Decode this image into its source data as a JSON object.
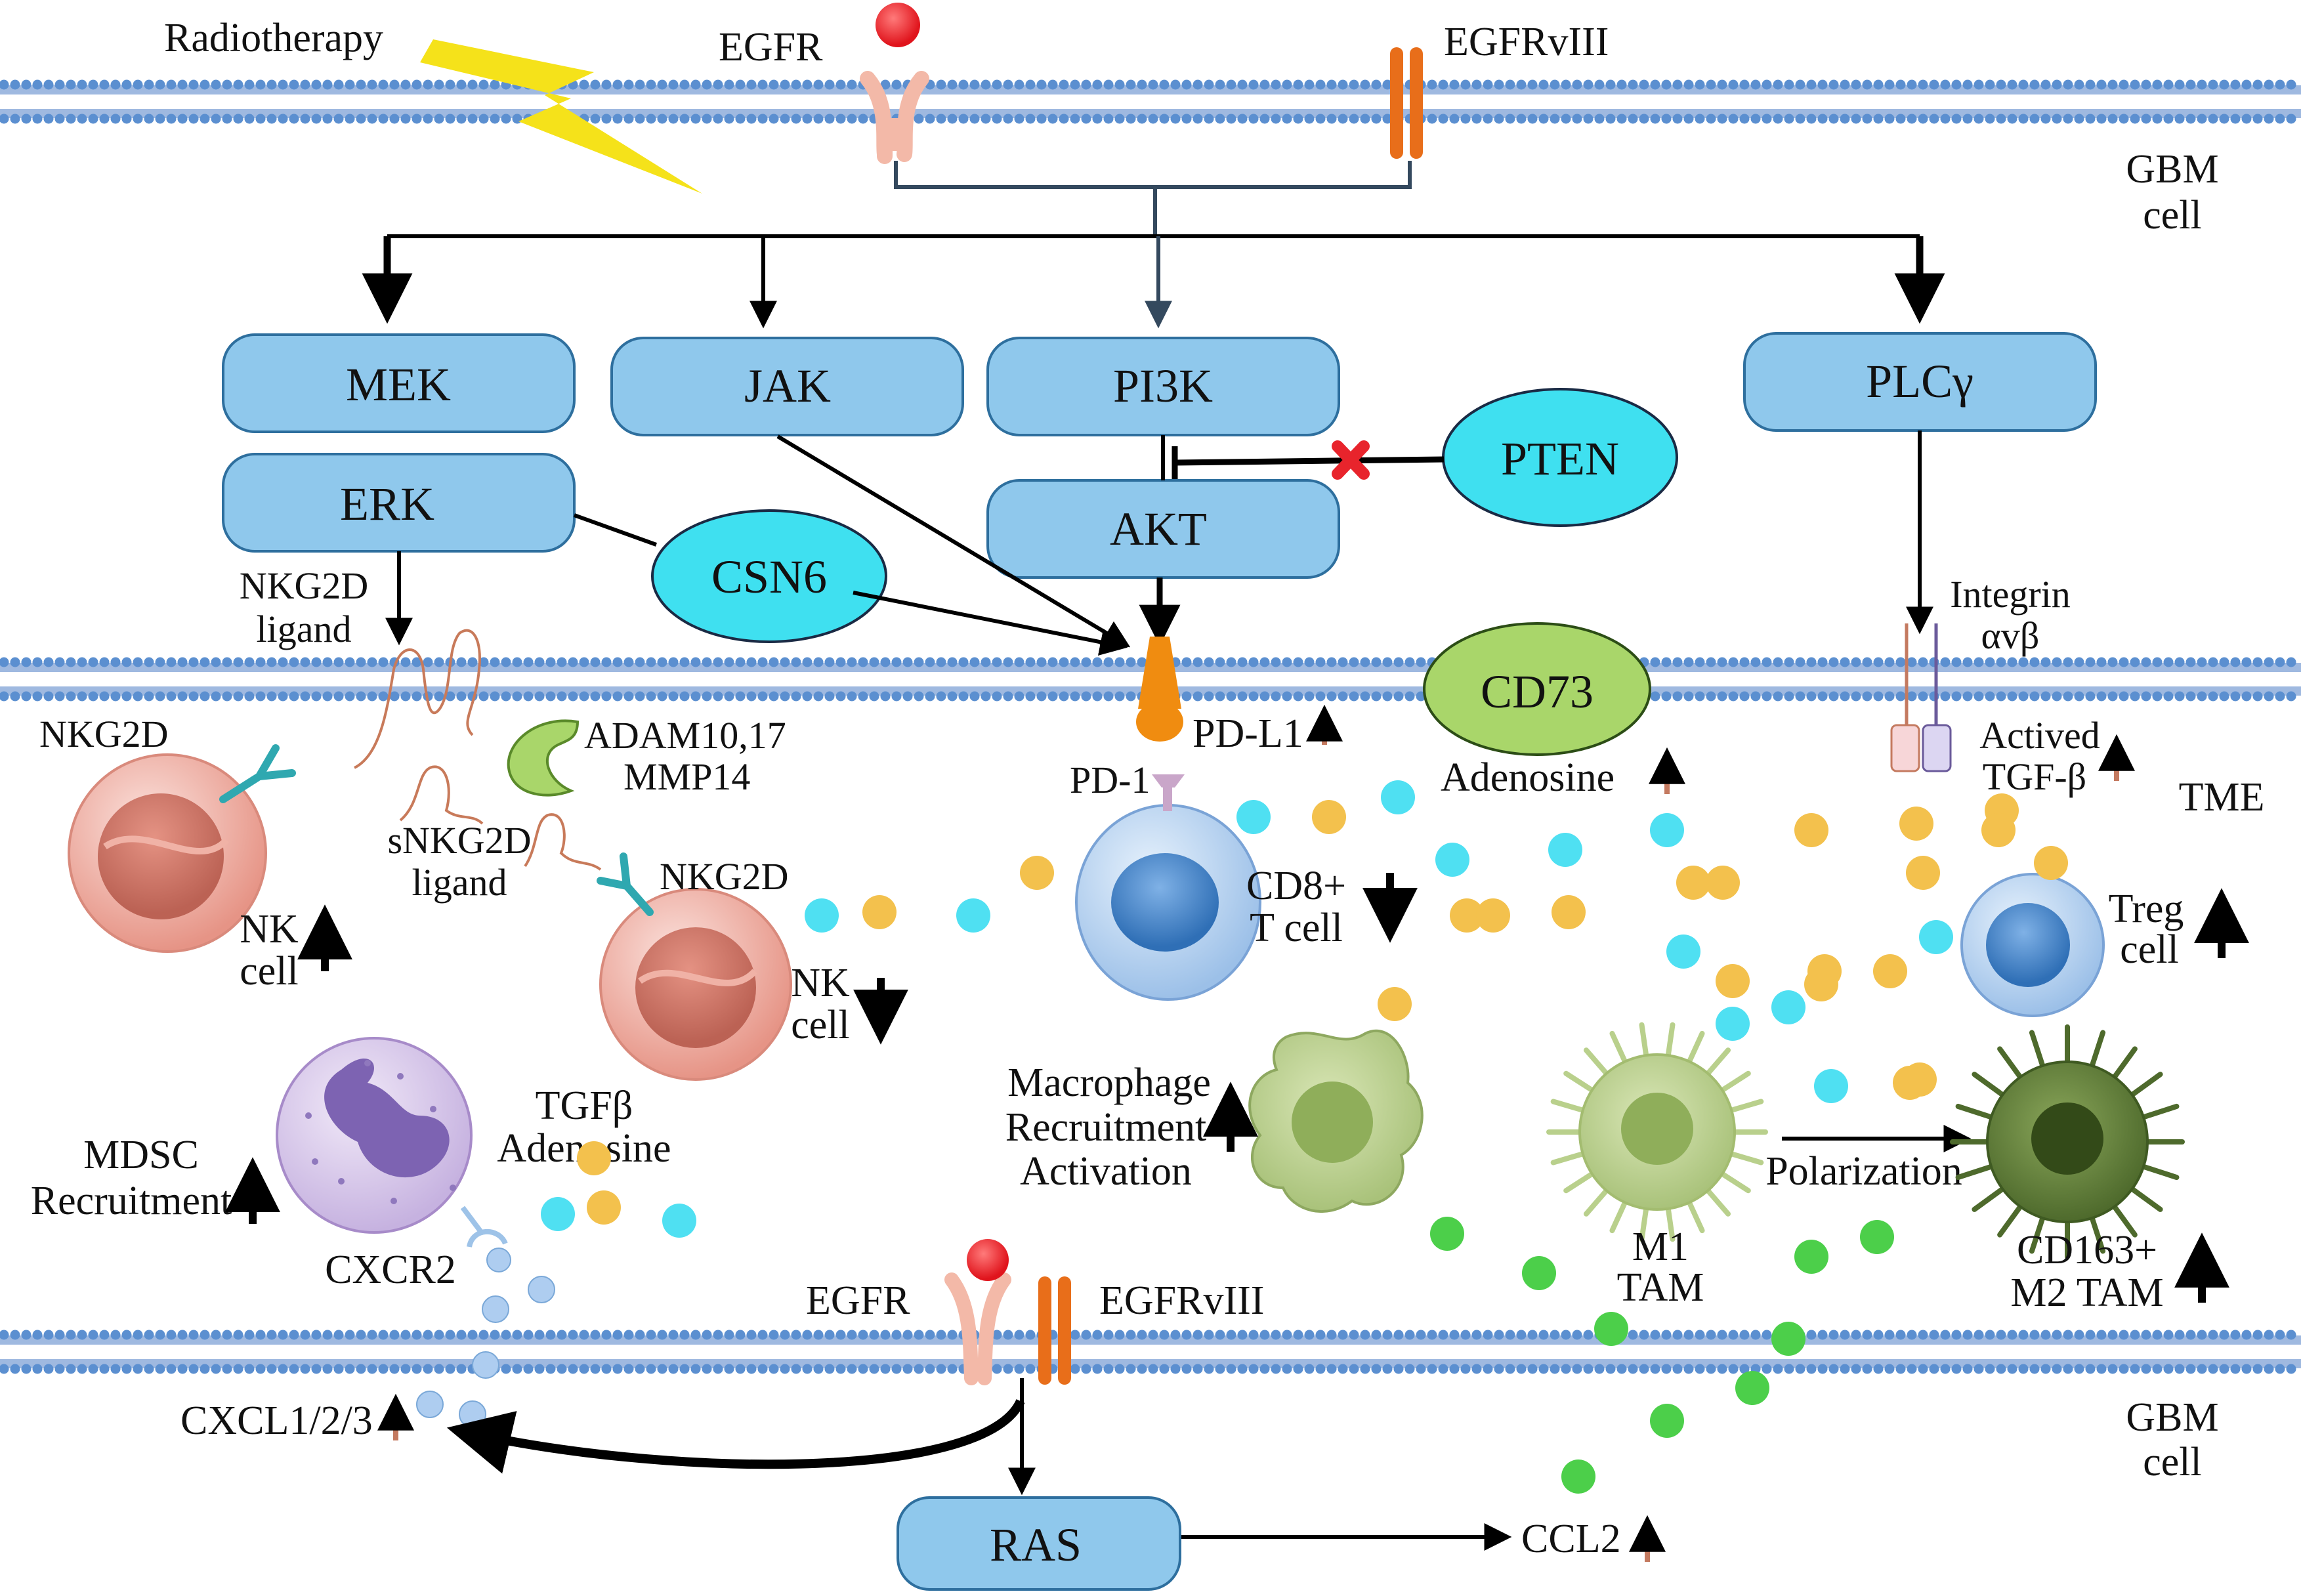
{
  "colors": {
    "membrane_bead": "#5b8fd0",
    "membrane_line": "#9fb9e0",
    "box_fill": "#8fc8ec",
    "box_stroke": "#2e6f9e",
    "oval_fill": "#3fe0f0",
    "cd73_fill": "#a9d66a",
    "egfr_ball": "#e8242c",
    "egfr_stem": "#f3b9a8",
    "egfrviii": "#e86e1a",
    "pdl1": "#f08c10",
    "up_arrow_red": "#c47a60",
    "bolt": "#f5e21a",
    "inhibit_x": "#e8242c",
    "dot_yellow": "#f3c14d",
    "dot_cyan": "#4fe0f2",
    "dot_green": "#4ccf4a",
    "dot_blue": "#aecdf0"
  },
  "top": {
    "radiotherapy": "Radiotherapy",
    "egfr": "EGFR",
    "egfrviii": "EGFRvIII",
    "gbm_line1": "GBM",
    "gbm_line2": "cell"
  },
  "nodes": {
    "mek": "MEK",
    "erk": "ERK",
    "jak": "JAK",
    "pi3k": "PI3K",
    "akt": "AKT",
    "pten": "PTEN",
    "plcg": "PLCγ",
    "csn6": "CSN6",
    "cd73": "CD73",
    "ras": "RAS"
  },
  "labels": {
    "nkg2d_ligand_l1": "NKG2D",
    "nkg2d_ligand_l2": "ligand",
    "integrin_l1": "Integrin",
    "integrin_l2": "αvβ",
    "tme": "TME",
    "nkg2d_left": "NKG2D",
    "adam_l1": "ADAM10,17",
    "adam_l2": "MMP14",
    "snkg2d_l1": "sNKG2D",
    "snkg2d_l2": "ligand",
    "nk_left_l1": "NK",
    "nk_left_l2": "cell",
    "nkg2d_mid": "NKG2D",
    "nk_mid_l1": "NK",
    "nk_mid_l2": "cell",
    "pdl1": "PD-L1",
    "pd1": "PD-1",
    "cd8_l1": "CD8+",
    "cd8_l2": "T cell",
    "adenosine": "Adenosine",
    "actived_l1": "Actived",
    "actived_l2": "TGF-β",
    "treg_l1": "Treg",
    "treg_l2": "cell",
    "mdsc_l1": "MDSC",
    "mdsc_l2": "Recruitment",
    "tgfb_l1": "TGFβ",
    "tgfb_l2": "Adenosine",
    "cxcr2": "CXCR2",
    "macro_l1": "Macrophage",
    "macro_l2": "Recruitment",
    "macro_l3": "Activation",
    "m1_l1": "M1",
    "m1_l2": "TAM",
    "polarization": "Polarization",
    "m2_l1": "CD163+",
    "m2_l2": "M2 TAM",
    "bottom_egfr": "EGFR",
    "bottom_egfrviii": "EGFRvIII",
    "cxcl": "CXCL1/2/3",
    "ccl2": "CCL2",
    "gbm_bottom_l1": "GBM",
    "gbm_bottom_l2": "cell"
  }
}
